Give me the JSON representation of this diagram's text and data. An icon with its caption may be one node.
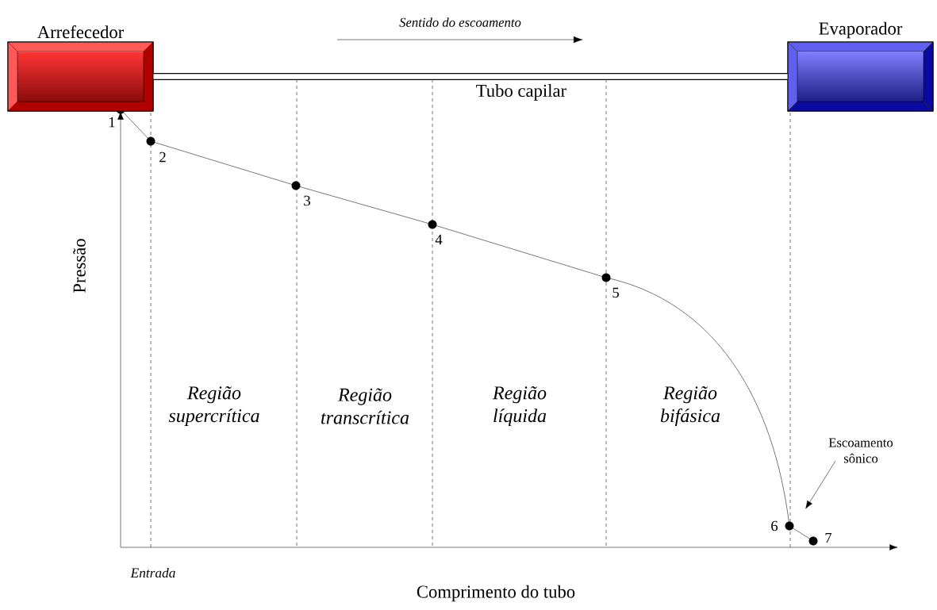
{
  "diagram": {
    "nodes": [
      {
        "text": [
          "Arrefecedor"
        ]
      },
      {
        "text": [
          "Evaporador"
        ]
      },
      {
        "text": [
          "Escoamento sônico"
        ]
      }
    ],
    "edges": [
      {
        "from": 0,
        "to": 1,
        "arrow": "none",
        "style": "thick",
        "label": "Tubo capilar"
      },
      {
        "from": 2,
        "to": null,
        "arrow": "to"
      }
    ],
    "labels": [
      "Sentido do escoamento",
      "1",
      "2",
      "3",
      "4",
      "5",
      "6",
      "7",
      "Região supercrítica",
      "Região transcrítica",
      "Região líquida",
      "Região bifásica",
      "Pressão",
      "Entrada",
      "Comprimento do tubo"
    ]
  }
}
